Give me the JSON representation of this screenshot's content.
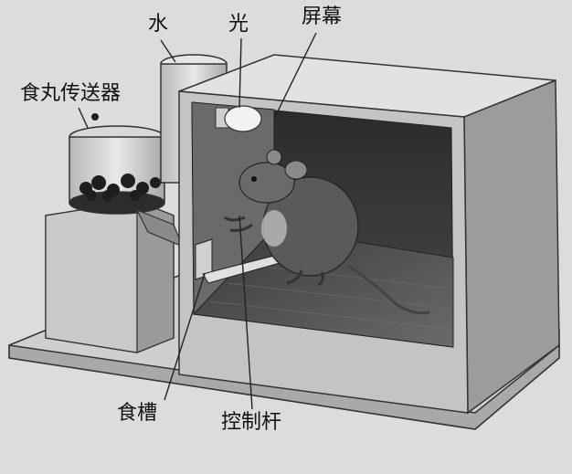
{
  "labels": {
    "feeder": "食丸传送器",
    "water": "水",
    "light": "光",
    "screen": "屏幕",
    "food_tray": "食槽",
    "lever": "控制杆"
  }
}
